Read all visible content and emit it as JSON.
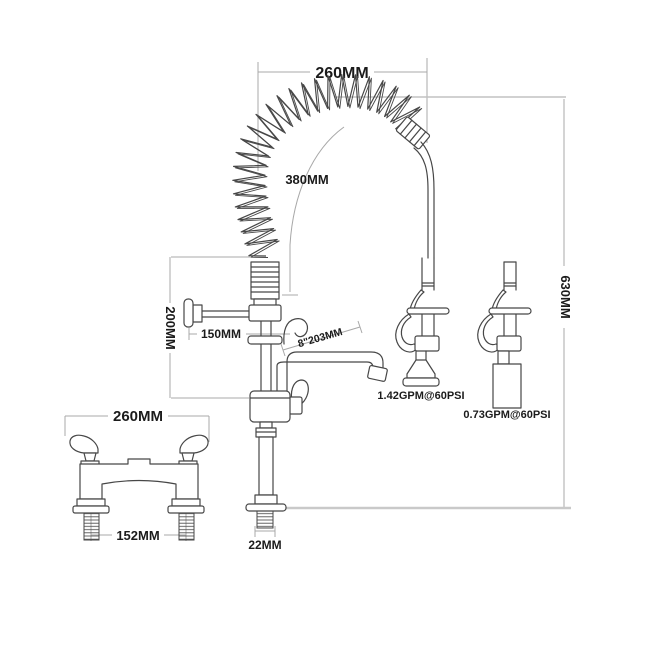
{
  "colors": {
    "background": "#ffffff",
    "line": "#474747",
    "dimension": "#a8a8a8",
    "baseline": "#c9c9c9",
    "text": "#1b1b1b"
  },
  "labels": {
    "top_width": "260MM",
    "hose_length": "380MM",
    "overall_height": "630MM",
    "riser_height": "200MM",
    "wall_arm_length": "150MM",
    "spout_length": "8\"203MM",
    "spray_flow": "1.42GPM@60PSI",
    "nozzle_flow": "0.73GPM@60PSI",
    "base_width": "260MM",
    "inlet_spacing": "152MM",
    "shank_diameter": "22MM"
  }
}
